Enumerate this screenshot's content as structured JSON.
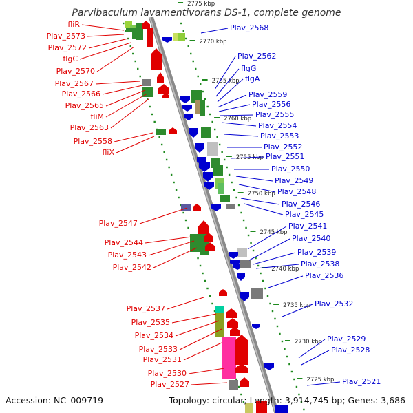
{
  "title": "Parvibaculum lavamentivorans DS-1, complete genome",
  "footer": {
    "accession": "Accession: NC_009719",
    "summary": "Topology: circular; Length: 3,914,745 bp; Genes: 3,686"
  },
  "colors": {
    "minus_label": "#e00000",
    "plus_label": "#0000d0",
    "backbone": "#8a8a8a",
    "track_dots": "#1f8a1f"
  },
  "scale_ticks": [
    "2775 kbp",
    "2770 kbp",
    "2765 kbp",
    "2760 kbp",
    "2755 kbp",
    "2750 kbp",
    "2745 kbp",
    "2740 kbp",
    "2735 kbp",
    "2730 kbp",
    "2725 kbp"
  ],
  "minus_strand_labels": [
    "fliR",
    "Plav_2573",
    "Plav_2572",
    "flgC",
    "Plav_2570",
    "Plav_2567",
    "Plav_2566",
    "Plav_2565",
    "fliM",
    "Plav_2563",
    "Plav_2558",
    "fliX",
    "Plav_2547",
    "Plav_2544",
    "Plav_2543",
    "Plav_2542",
    "Plav_2537",
    "Plav_2535",
    "Plav_2534",
    "Plav_2533",
    "Plav_2531",
    "Plav_2530",
    "Plav_2527"
  ],
  "plus_strand_labels": [
    "Plav_2568",
    "Plav_2562",
    "flgG",
    "flgA",
    "Plav_2559",
    "Plav_2556",
    "Plav_2555",
    "Plav_2554",
    "Plav_2553",
    "Plav_2552",
    "Plav_2551",
    "Plav_2550",
    "Plav_2549",
    "Plav_2548",
    "Plav_2546",
    "Plav_2545",
    "Plav_2541",
    "Plav_2540",
    "Plav_2539",
    "Plav_2538",
    "Plav_2536",
    "Plav_2532",
    "Plav_2529",
    "Plav_2528",
    "Plav_2521"
  ]
}
